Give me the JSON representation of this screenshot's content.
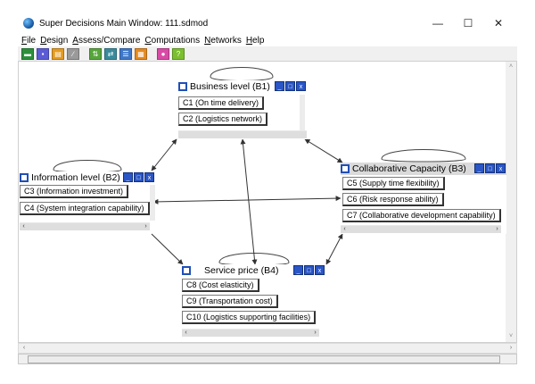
{
  "window": {
    "title": "Super Decisions Main Window: 111.sdmod",
    "controls": {
      "minimize": "—",
      "maximize": "☐",
      "close": "✕"
    }
  },
  "menubar": [
    {
      "first": "F",
      "rest": "ile"
    },
    {
      "first": "D",
      "rest": "esign"
    },
    {
      "first": "A",
      "rest": "ssess/Compare"
    },
    {
      "first": "C",
      "rest": "omputations"
    },
    {
      "first": "N",
      "rest": "etworks"
    },
    {
      "first": "H",
      "rest": "elp"
    }
  ],
  "toolbar": {
    "buttons": [
      {
        "icon": "open-folder-icon",
        "color": "#2c8f3c"
      },
      {
        "icon": "save-icon",
        "color": "#5b5bd6"
      },
      {
        "icon": "print-icon",
        "color": "#e59b1f"
      },
      {
        "icon": "link-icon",
        "color": "#9a9a9a"
      },
      {
        "icon": "sync-icon",
        "color": "#57a63b"
      },
      {
        "icon": "compare-icon",
        "color": "#3a8b9c"
      },
      {
        "icon": "list-icon",
        "color": "#3f78c9"
      },
      {
        "icon": "matrix-icon",
        "color": "#e58a1f"
      },
      {
        "icon": "pin-icon",
        "color": "#d94aa6"
      },
      {
        "icon": "help-icon",
        "color": "#7bbf2e"
      }
    ]
  },
  "clusters": {
    "b1": {
      "title": "Business level (B1)",
      "nodes": [
        "C1 (On time delivery)",
        "C2 (Logistics network)"
      ]
    },
    "b2": {
      "title": "Information level (B2)",
      "nodes": [
        "C3 (Information investment)",
        "C4 (System integration capability)"
      ]
    },
    "b3": {
      "title": "Collaborative Capacity (B3)",
      "nodes": [
        "C5 (Supply time flexibility)",
        "C6 (Risk response ability)",
        "C7 (Collaborative development capability)"
      ]
    },
    "b4": {
      "title": "Service price (B4)",
      "nodes": [
        "C8 (Cost elasticity)",
        "C9 (Transportation cost)",
        "C10 (Logistics supporting facilities)"
      ]
    }
  },
  "glyphs": {
    "left": "‹",
    "right": "›",
    "up": "˄",
    "down": "˅",
    "btn_min": "_",
    "btn_max": "□",
    "btn_close": "x"
  },
  "colors": {
    "cluster_button": "#2a56c6",
    "cluster_icon_border": "#1f4fb7"
  }
}
